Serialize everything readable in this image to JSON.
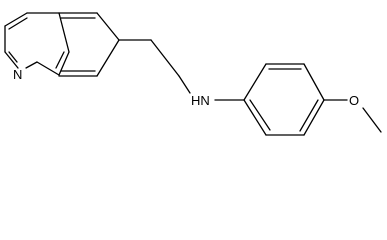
{
  "diagram": {
    "type": "chemical-structure",
    "atom_labels": {
      "ring_nitrogen": "N",
      "amine": "HN",
      "oxygen": "O"
    },
    "colors": {
      "bond": "#000000",
      "text": "#000000",
      "background": "#ffffff"
    }
  }
}
